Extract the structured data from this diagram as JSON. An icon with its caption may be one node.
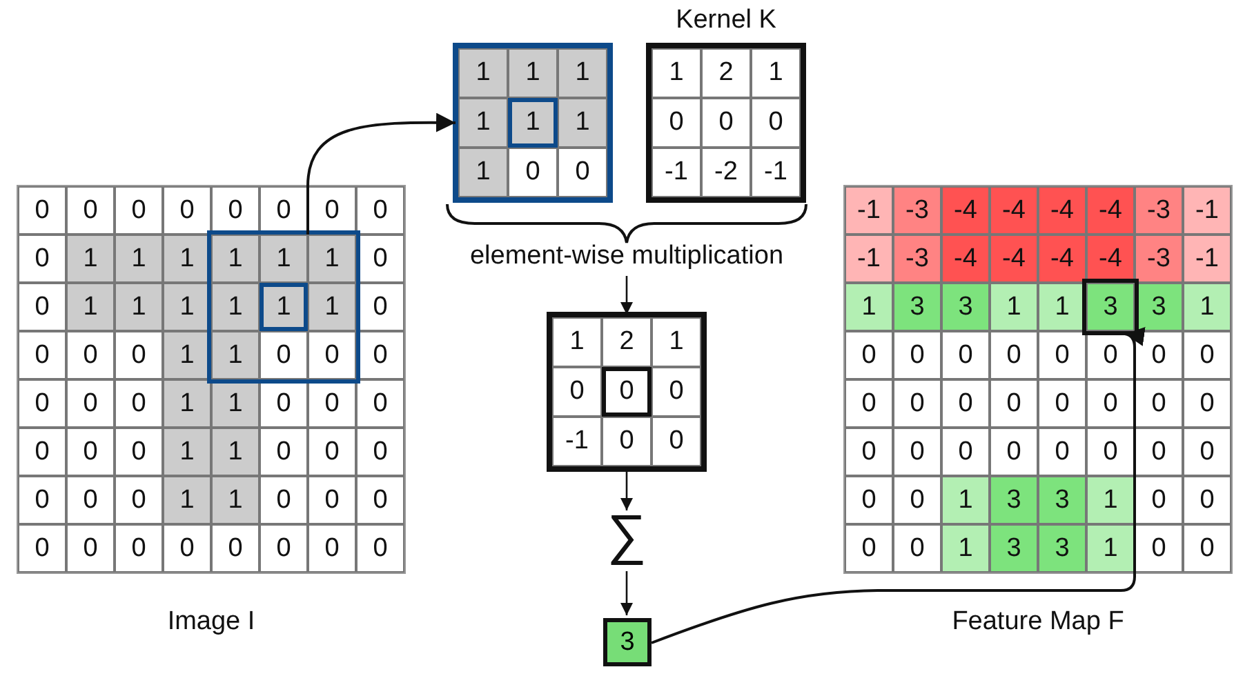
{
  "diagram": {
    "nodes": [
      {
        "text": [
          "0",
          "0",
          "0",
          "0",
          "0",
          "0",
          "0",
          "0",
          "0",
          "1",
          "1",
          "1",
          "0",
          "0",
          "1",
          "1",
          "1",
          "0",
          "0",
          "0",
          "0",
          "1",
          "0",
          "0",
          "0",
          "0",
          "1",
          "1",
          "0",
          "0",
          "0",
          "0",
          "0",
          "0",
          "1",
          "1",
          "0",
          "0",
          "0",
          "0",
          "0",
          "0",
          "1",
          "1",
          "0",
          "0",
          "0",
          "0",
          "0",
          "0",
          "0",
          "0",
          "0",
          "0",
          "0"
        ],
        "beside": [
          "Image I"
        ]
      },
      {
        "text": [
          "1",
          "1",
          "1",
          "1",
          "1",
          "1",
          "1",
          "0",
          "0"
        ],
        "in": 0
      },
      {
        "text": [
          "1",
          "1",
          "1",
          "1",
          "1",
          "1",
          "1",
          "0",
          "0"
        ]
      },
      {
        "text": [
          "1",
          "2",
          "1",
          "0",
          "0",
          "0",
          "-1",
          "-2",
          "-1"
        ],
        "beside": [
          "Kernel K"
        ]
      },
      {
        "text": [
          "element-wise multiplication"
        ]
      },
      {
        "text": [
          "1",
          "2",
          "1",
          "0",
          "0",
          "0",
          "-1",
          "0",
          "0"
        ]
      },
      {
        "text": [
          "∑"
        ]
      },
      {
        "text": [
          "3"
        ]
      },
      {
        "text": [
          "-1",
          "-3",
          "-4",
          "-4",
          "-4",
          "-4",
          "-3",
          "-1",
          "-1",
          "-3",
          "-4",
          "-4",
          "-4",
          "-4",
          "-3",
          "-1",
          "1",
          "3",
          "3",
          "1",
          "1",
          "3",
          "1",
          "0",
          "0",
          "0",
          "0",
          "0",
          "0",
          "0",
          "0",
          "0",
          "0",
          "0",
          "0",
          "0",
          "0",
          "0",
          "0",
          "0",
          "0",
          "0",
          "0",
          "0",
          "0",
          "0",
          "0",
          "0",
          "0",
          "1",
          "3",
          "3",
          "1",
          "0",
          "0",
          "0",
          "0",
          "1",
          "3",
          "3",
          "1",
          "0",
          "0"
        ],
        "beside": [
          "Feature Map F"
        ]
      },
      {
        "text": [
          "3"
        ],
        "in": 8
      }
    ],
    "edges": [
      {
        "from": 1,
        "to": 2,
        "arrow": "to"
      },
      {
        "from": 4,
        "to": 5,
        "arrow": "to"
      },
      {
        "from": 5,
        "to": 6,
        "arrow": "to"
      },
      {
        "from": 6,
        "to": 7,
        "arrow": "to"
      },
      {
        "from": 7,
        "to": 9,
        "arrow": "to"
      }
    ]
  }
}
